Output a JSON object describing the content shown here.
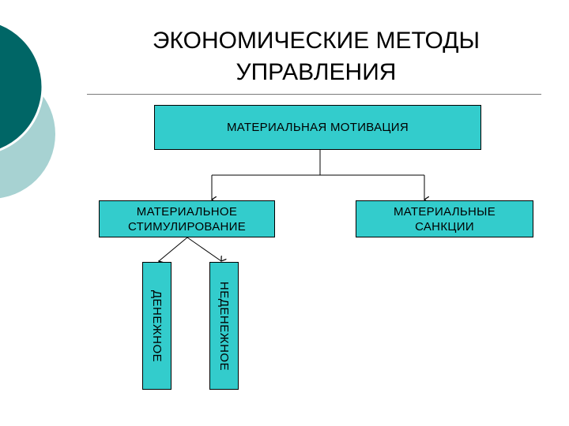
{
  "title": {
    "line1": "ЭКОНОМИЧЕСКИЕ МЕТОДЫ",
    "line2": "УПРАВЛЕНИЯ"
  },
  "diagram": {
    "root": "МАТЕРИАЛЬНАЯ МОТИВАЦИЯ",
    "stimulation": {
      "line1": "МАТЕРИАЛЬНОЕ",
      "line2": "СТИМУЛИРОВАНИЕ"
    },
    "sanctions": {
      "line1": "МАТЕРИАЛЬНЫЕ",
      "line2": "САНКЦИИ"
    },
    "monetary": "ДЕНЕЖНОЕ",
    "non_monetary": "НЕДЕНЕЖНОЕ"
  },
  "colors": {
    "box_fill": "#33cccc",
    "decor_dark": "#006666",
    "decor_light": "#99cccc"
  }
}
